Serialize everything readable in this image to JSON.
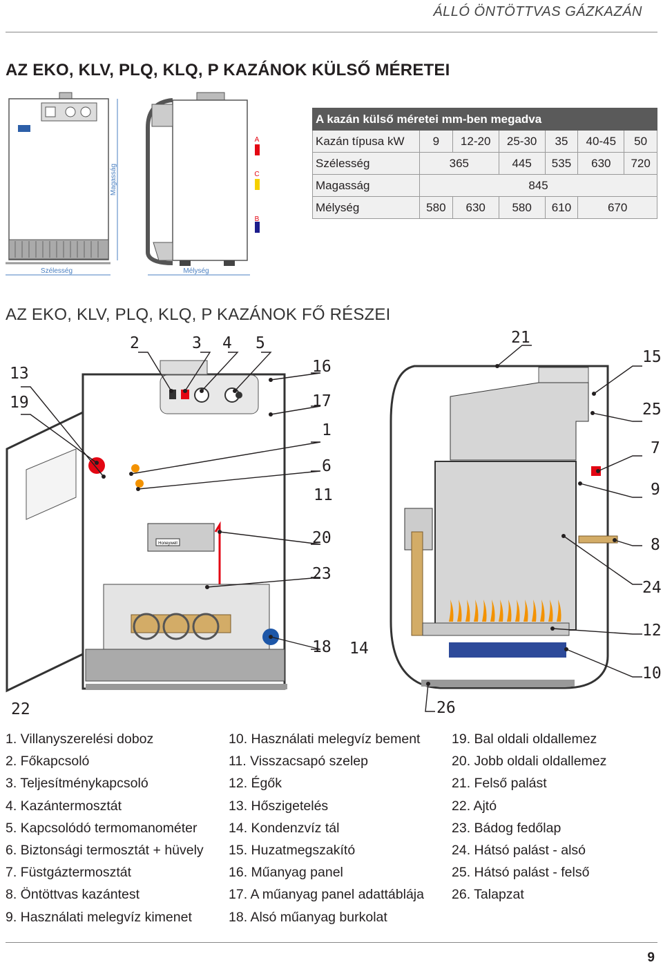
{
  "header": {
    "running_title": "ÁLLÓ ÖNTÖTTVAS GÁZKAZÁN"
  },
  "section1": {
    "title": "AZ EKO, KLV, PLQ, KLQ, P KAZÁNOK KÜLSŐ MÉRETEI",
    "drawing_labels": {
      "height": "Magasság",
      "width": "Szélesség",
      "depth": "Mélység",
      "a": "A",
      "b": "B",
      "c": "C"
    },
    "table": {
      "caption": "A kazán külső méretei mm-ben megadva",
      "rows": [
        {
          "label": "Kazán típusa kW",
          "cells": [
            "9",
            "12-20",
            "25-30",
            "35",
            "40-45",
            "50"
          ]
        },
        {
          "label": "Szélesség",
          "cells": [
            "365",
            "445",
            "535",
            "630",
            "720"
          ]
        },
        {
          "label": "Magasság",
          "cells": [
            "845"
          ]
        },
        {
          "label": "Mélység",
          "cells": [
            "580",
            "630",
            "580",
            "610",
            "670"
          ]
        }
      ]
    }
  },
  "section2": {
    "title": "AZ EKO, KLV, PLQ, KLQ, P KAZÁNOK FŐ RÉSZEI",
    "callouts": [
      "2",
      "3",
      "4",
      "5",
      "13",
      "19",
      "16",
      "17",
      "1",
      "6",
      "11",
      "20",
      "23",
      "18",
      "14",
      "22",
      "21",
      "15",
      "25",
      "7",
      "9",
      "8",
      "24",
      "12",
      "10",
      "26"
    ],
    "device_brand": "Honeywell",
    "legend_col1": [
      "1. Villanyszerelési doboz",
      "2. Főkapcsoló",
      "3. Teljesítménykapcsoló",
      "4. Kazántermosztát",
      "5. Kapcsolódó termomanométer",
      "6. Biztonsági termosztát + hüvely",
      "7. Füstgáztermosztát",
      "8. Öntöttvas kazántest",
      "9. Használati melegvíz kimenet"
    ],
    "legend_col2": [
      "10. Használati melegvíz bement",
      "11. Visszacsapó szelep",
      "12. Égők",
      "13. Hőszigetelés",
      "14. Kondenzvíz tál",
      "15. Huzatmegszakító",
      "16. Műanyag panel",
      "17. A műanyag panel adattáblája",
      "18. Alsó műanyag burkolat"
    ],
    "legend_col3": [
      "19. Bal oldali oldallemez",
      "20. Jobb oldali oldallemez",
      "21. Felső palást",
      "22. Ajtó",
      "23. Bádog fedőlap",
      "24. Hátsó palást - alsó",
      "25. Hátsó palást - felső",
      "26. Talapzat"
    ]
  },
  "footer": {
    "page_number": "9"
  },
  "colors": {
    "table_header": "#5a5a5a",
    "table_body": "#f0f0f0",
    "marker_yellow": "#f5d000",
    "marker_red": "#e30613",
    "marker_blue": "#1d1d8c",
    "flame": "#f39200"
  }
}
